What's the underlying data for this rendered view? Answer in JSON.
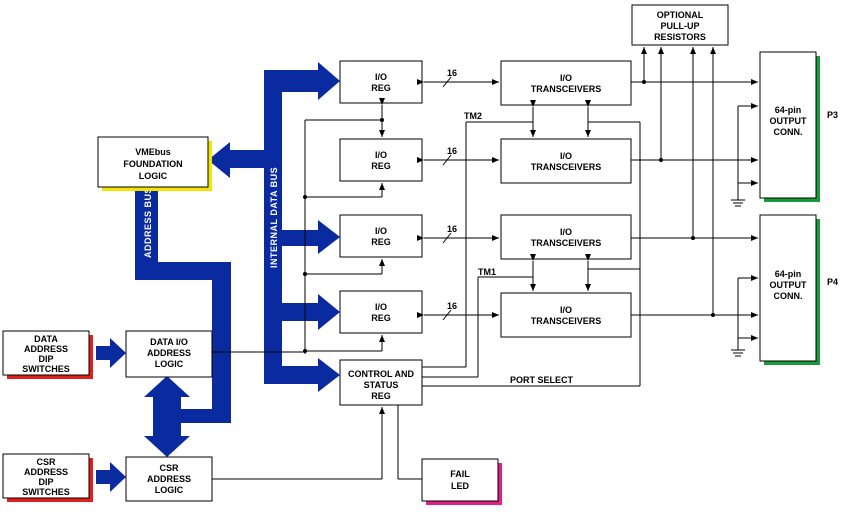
{
  "blocks": {
    "vme": [
      "VMEbus",
      "FOUNDATION",
      "LOGIC"
    ],
    "data_switches": [
      "DATA",
      "ADDRESS",
      "DIP",
      "SWITCHES"
    ],
    "data_io_logic": [
      "DATA I/O",
      "ADDRESS",
      "LOGIC"
    ],
    "csr_switches": [
      "CSR",
      "ADDRESS",
      "DIP",
      "SWITCHES"
    ],
    "csr_logic": [
      "CSR",
      "ADDRESS",
      "LOGIC"
    ],
    "io_reg": [
      "I/O",
      "REG"
    ],
    "io_trans": [
      "I/O",
      "TRANSCEIVERS"
    ],
    "control_status": [
      "CONTROL AND",
      "STATUS",
      "REG"
    ],
    "fail_led": [
      "FAIL",
      "LED"
    ],
    "pullup": [
      "OPTIONAL",
      "PULL-UP",
      "RESISTORS"
    ],
    "conn": [
      "64-pin",
      "OUTPUT",
      "CONN."
    ]
  },
  "labels": {
    "address_bus": "ADDRESS BUS",
    "internal_data_bus": "INTERNAL DATA BUS",
    "bus_width": "16",
    "tm1": "TM1",
    "tm2": "TM2",
    "port_select": "PORT SELECT",
    "p3": "P3",
    "p4": "P4"
  },
  "colors": {
    "bus": "#0a2aa0",
    "shadow_yellow": "#f2e600",
    "shadow_red": "#e0201a",
    "shadow_green": "#1a9a3a",
    "shadow_magenta": "#e0208a"
  }
}
